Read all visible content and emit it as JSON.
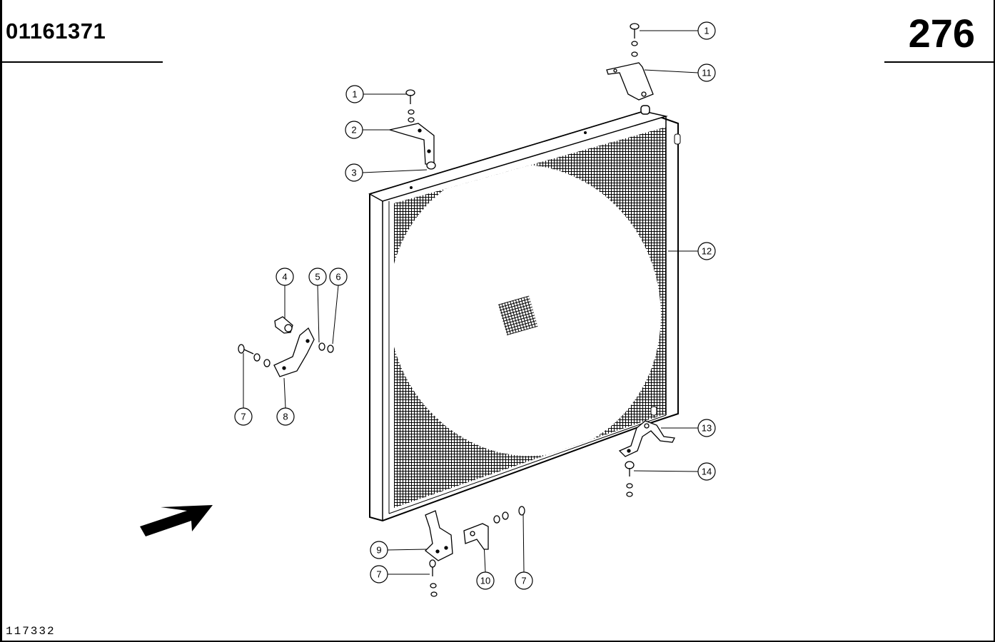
{
  "header": {
    "doc_number": "01161371",
    "page_number": "276"
  },
  "footer": {
    "drawing_id": "117332"
  },
  "callouts": [
    {
      "label": "1"
    },
    {
      "label": "11"
    },
    {
      "label": "1"
    },
    {
      "label": "2"
    },
    {
      "label": "3"
    },
    {
      "label": "12"
    },
    {
      "label": "4"
    },
    {
      "label": "5"
    },
    {
      "label": "6"
    },
    {
      "label": "7"
    },
    {
      "label": "8"
    },
    {
      "label": "13"
    },
    {
      "label": "14"
    },
    {
      "label": "9"
    },
    {
      "label": "7"
    },
    {
      "label": "10"
    },
    {
      "label": "7"
    }
  ]
}
